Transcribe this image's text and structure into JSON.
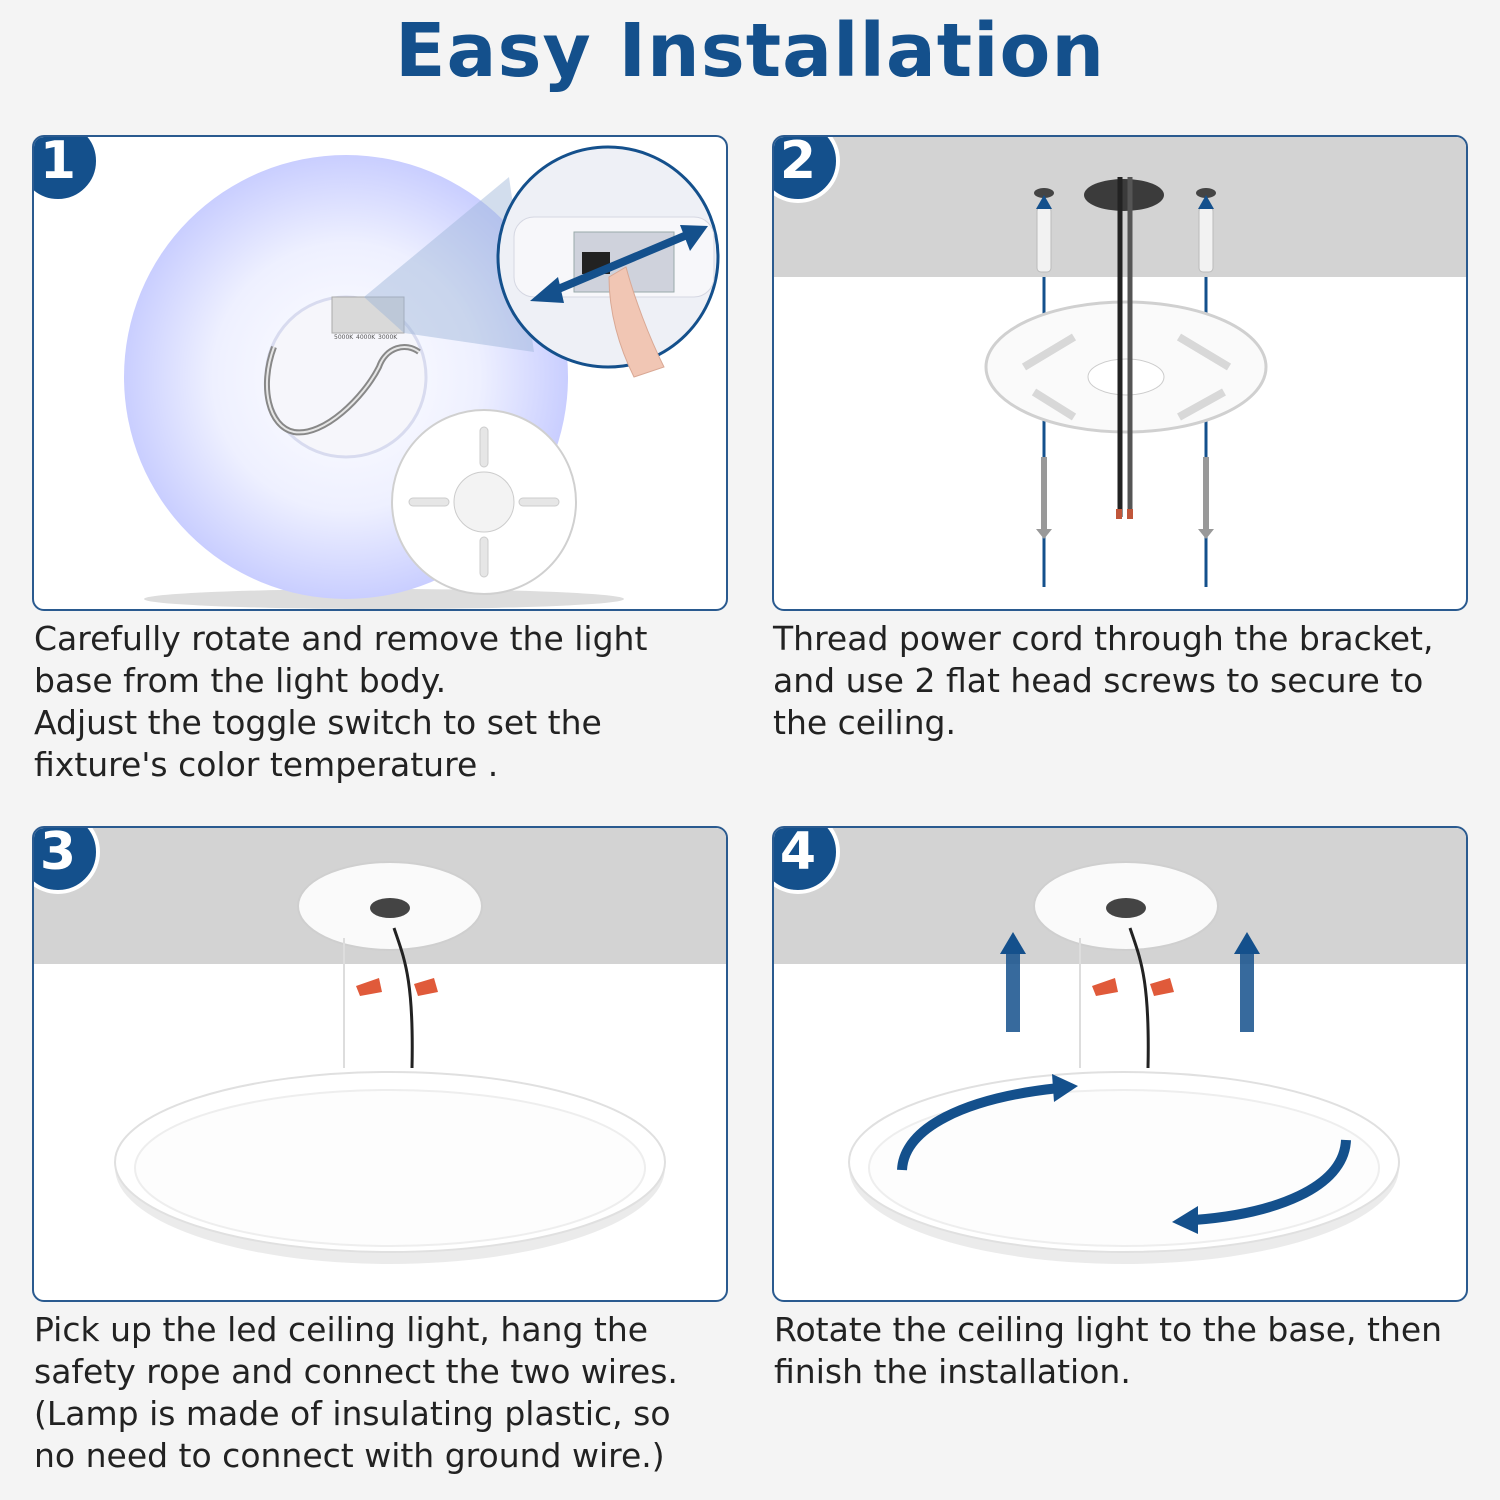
{
  "title": "Easy Installation",
  "accent_color": "#14508c",
  "steps": [
    {
      "number": "1",
      "lines": [
        "Carefully rotate and remove the light",
        "base from the light body.",
        "Adjust the toggle switch to set the",
        "fixture's color temperature ."
      ],
      "switch_labels": [
        "5000K",
        "4000K",
        "3000K"
      ]
    },
    {
      "number": "2",
      "lines": [
        "Thread power cord through the bracket,",
        "and use 2 flat head screws to secure to",
        "the ceiling."
      ]
    },
    {
      "number": "3",
      "lines": [
        "Pick up the led ceiling light, hang the",
        "safety rope and connect the two wires.",
        "(Lamp is made of insulating plastic, so",
        "no need to connect with ground wire.)"
      ]
    },
    {
      "number": "4",
      "lines": [
        "Rotate the ceiling light to the base, then",
        "finish the installation."
      ]
    }
  ]
}
